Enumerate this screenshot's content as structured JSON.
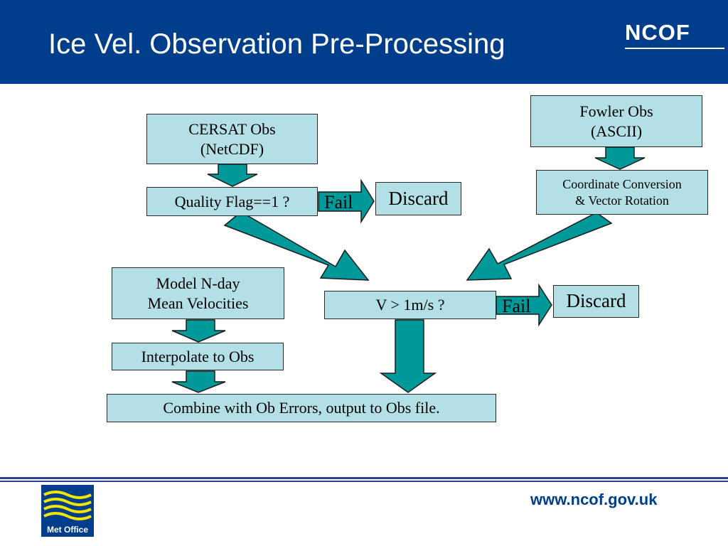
{
  "header": {
    "title": "Ice Vel. Observation Pre-Processing",
    "brand": "NCOF"
  },
  "boxes": {
    "cersat_line1": "CERSAT Obs",
    "cersat_line2": "(NetCDF)",
    "fowler_line1": "Fowler Obs",
    "fowler_line2": "(ASCII)",
    "coord_line1": "Coordinate Conversion",
    "coord_line2": "& Vector Rotation",
    "quality_flag": "Quality Flag==1 ?",
    "discard_1": "Discard",
    "fail_1": "Fail",
    "model_line1": "Model N-day",
    "model_line2": "Mean Velocities",
    "velocity_check": "V > 1m/s ?",
    "discard_2": "Discard",
    "fail_2": "Fail",
    "interpolate": "Interpolate to Obs",
    "combine": "Combine with Ob Errors, output to Obs file."
  },
  "footer": {
    "url": "www.ncof.gov.uk",
    "logo_text": "Met Office"
  },
  "colors": {
    "header_blue": "#003d8a",
    "box_fill": "#b3e0e6",
    "arrow_fill": "#009999",
    "logo_yellow": "#f2e600"
  }
}
